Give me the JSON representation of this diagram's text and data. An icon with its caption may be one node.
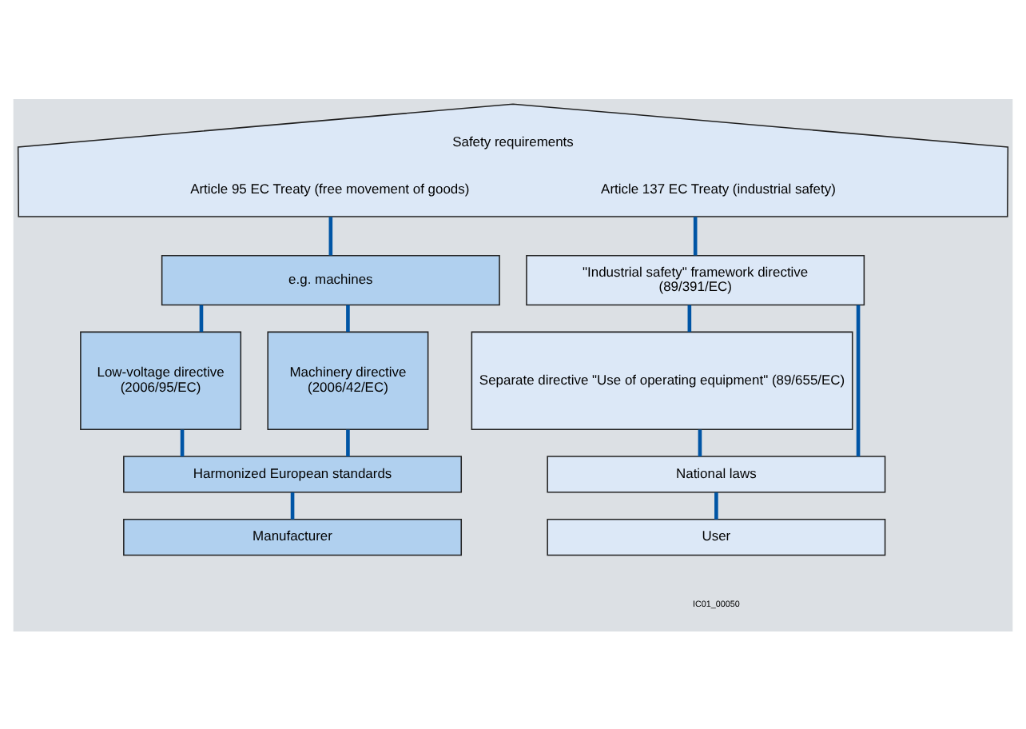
{
  "diagram": {
    "nodes": [
      {
        "text": [
          "Safety requirements",
          "Article 95 EC Treaty (free movement of goods)",
          "Article 137 EC Treaty (industrial safety)"
        ]
      },
      {
        "text": [
          "e.g. machines"
        ]
      },
      {
        "text": [
          "\"Industrial safety\" framework directive",
          "(89/391/EC)"
        ]
      },
      {
        "text": [
          "Low-voltage directive",
          "(2006/95/EC)"
        ]
      },
      {
        "text": [
          "Machinery directive",
          "(2006/42/EC)"
        ]
      },
      {
        "text": [
          "Separate directive \"Use of operating equipment\" (89/655/EC)"
        ]
      },
      {
        "text": [
          "Harmonized European standards"
        ]
      },
      {
        "text": [
          "National laws"
        ]
      },
      {
        "text": [
          "Manufacturer"
        ]
      },
      {
        "text": [
          "User"
        ]
      }
    ],
    "edges": [
      {
        "from": 0,
        "to": 1,
        "arrow": "none"
      },
      {
        "from": 0,
        "to": 2,
        "arrow": "none"
      },
      {
        "from": 1,
        "to": 3,
        "arrow": "none"
      },
      {
        "from": 1,
        "to": 4,
        "arrow": "none"
      },
      {
        "from": 2,
        "to": 5,
        "arrow": "none"
      },
      {
        "from": 2,
        "to": 7,
        "arrow": "none"
      },
      {
        "from": 3,
        "to": 6,
        "arrow": "none"
      },
      {
        "from": 4,
        "to": 6,
        "arrow": "none"
      },
      {
        "from": 5,
        "to": 7,
        "arrow": "none"
      },
      {
        "from": 6,
        "to": 8,
        "arrow": "none"
      },
      {
        "from": 7,
        "to": 9,
        "arrow": "none"
      }
    ],
    "labels": [
      "IC01_00050"
    ]
  }
}
